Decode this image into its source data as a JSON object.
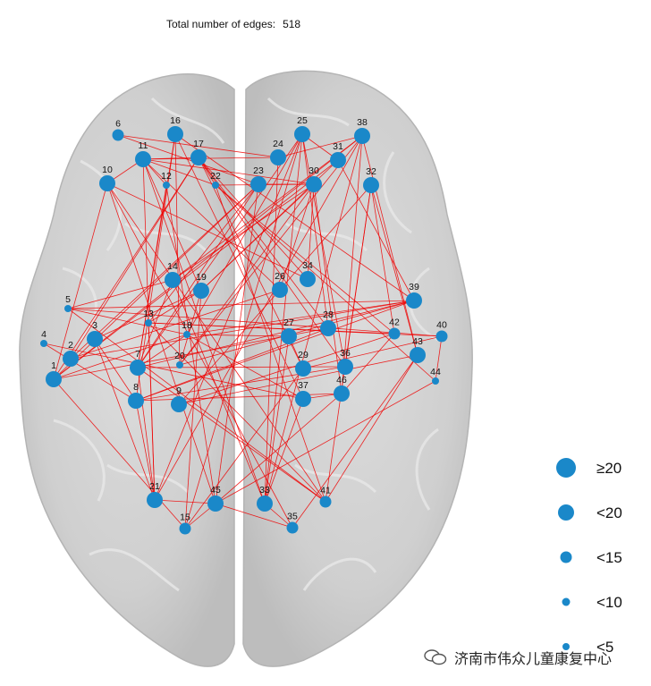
{
  "header": {
    "label": "Total number of edges:",
    "value": "518"
  },
  "legend": [
    {
      "label": "≥20",
      "size": 5
    },
    {
      "label": "<20",
      "size": 4
    },
    {
      "label": "<15",
      "size": 3
    },
    {
      "label": "<10",
      "size": 2
    },
    {
      "label": "<5",
      "size": 1
    }
  ],
  "colors": {
    "node": "#1a88c9",
    "edge": "#ee0000",
    "brain": "#c9c9c9"
  },
  "watermark": {
    "text": "济南市伟众儿童康复中心",
    "icon": "wechat-icon"
  },
  "nodes": [
    {
      "id": "1",
      "size": 4
    },
    {
      "id": "2",
      "size": 4
    },
    {
      "id": "3",
      "size": 4
    },
    {
      "id": "4",
      "size": 1
    },
    {
      "id": "5",
      "size": 1
    },
    {
      "id": "6",
      "size": 3
    },
    {
      "id": "7",
      "size": 4
    },
    {
      "id": "8",
      "size": 4
    },
    {
      "id": "9",
      "size": 4
    },
    {
      "id": "10",
      "size": 4
    },
    {
      "id": "11",
      "size": 4
    },
    {
      "id": "12",
      "size": 1
    },
    {
      "id": "13",
      "size": 1
    },
    {
      "id": "14",
      "size": 4
    },
    {
      "id": "15",
      "size": 3
    },
    {
      "id": "16",
      "size": 4
    },
    {
      "id": "17",
      "size": 4
    },
    {
      "id": "18",
      "size": 1
    },
    {
      "id": "19",
      "size": 4
    },
    {
      "id": "20",
      "size": 1
    },
    {
      "id": "21",
      "size": 4
    },
    {
      "id": "22",
      "size": 1
    },
    {
      "id": "23",
      "size": 4
    },
    {
      "id": "24",
      "size": 4
    },
    {
      "id": "25",
      "size": 4
    },
    {
      "id": "26",
      "size": 4
    },
    {
      "id": "27",
      "size": 4
    },
    {
      "id": "28",
      "size": 4
    },
    {
      "id": "29",
      "size": 4
    },
    {
      "id": "30",
      "size": 4
    },
    {
      "id": "31",
      "size": 4
    },
    {
      "id": "32",
      "size": 4
    },
    {
      "id": "33",
      "size": 4
    },
    {
      "id": "34",
      "size": 4
    },
    {
      "id": "35",
      "size": 3
    },
    {
      "id": "36",
      "size": 4
    },
    {
      "id": "37",
      "size": 4
    },
    {
      "id": "38",
      "size": 4
    },
    {
      "id": "39",
      "size": 4
    },
    {
      "id": "40",
      "size": 3
    },
    {
      "id": "41",
      "size": 3
    },
    {
      "id": "42",
      "size": 3
    },
    {
      "id": "43",
      "size": 4
    },
    {
      "id": "44",
      "size": 1
    },
    {
      "id": "45",
      "size": 4
    },
    {
      "id": "46",
      "size": 4
    }
  ]
}
